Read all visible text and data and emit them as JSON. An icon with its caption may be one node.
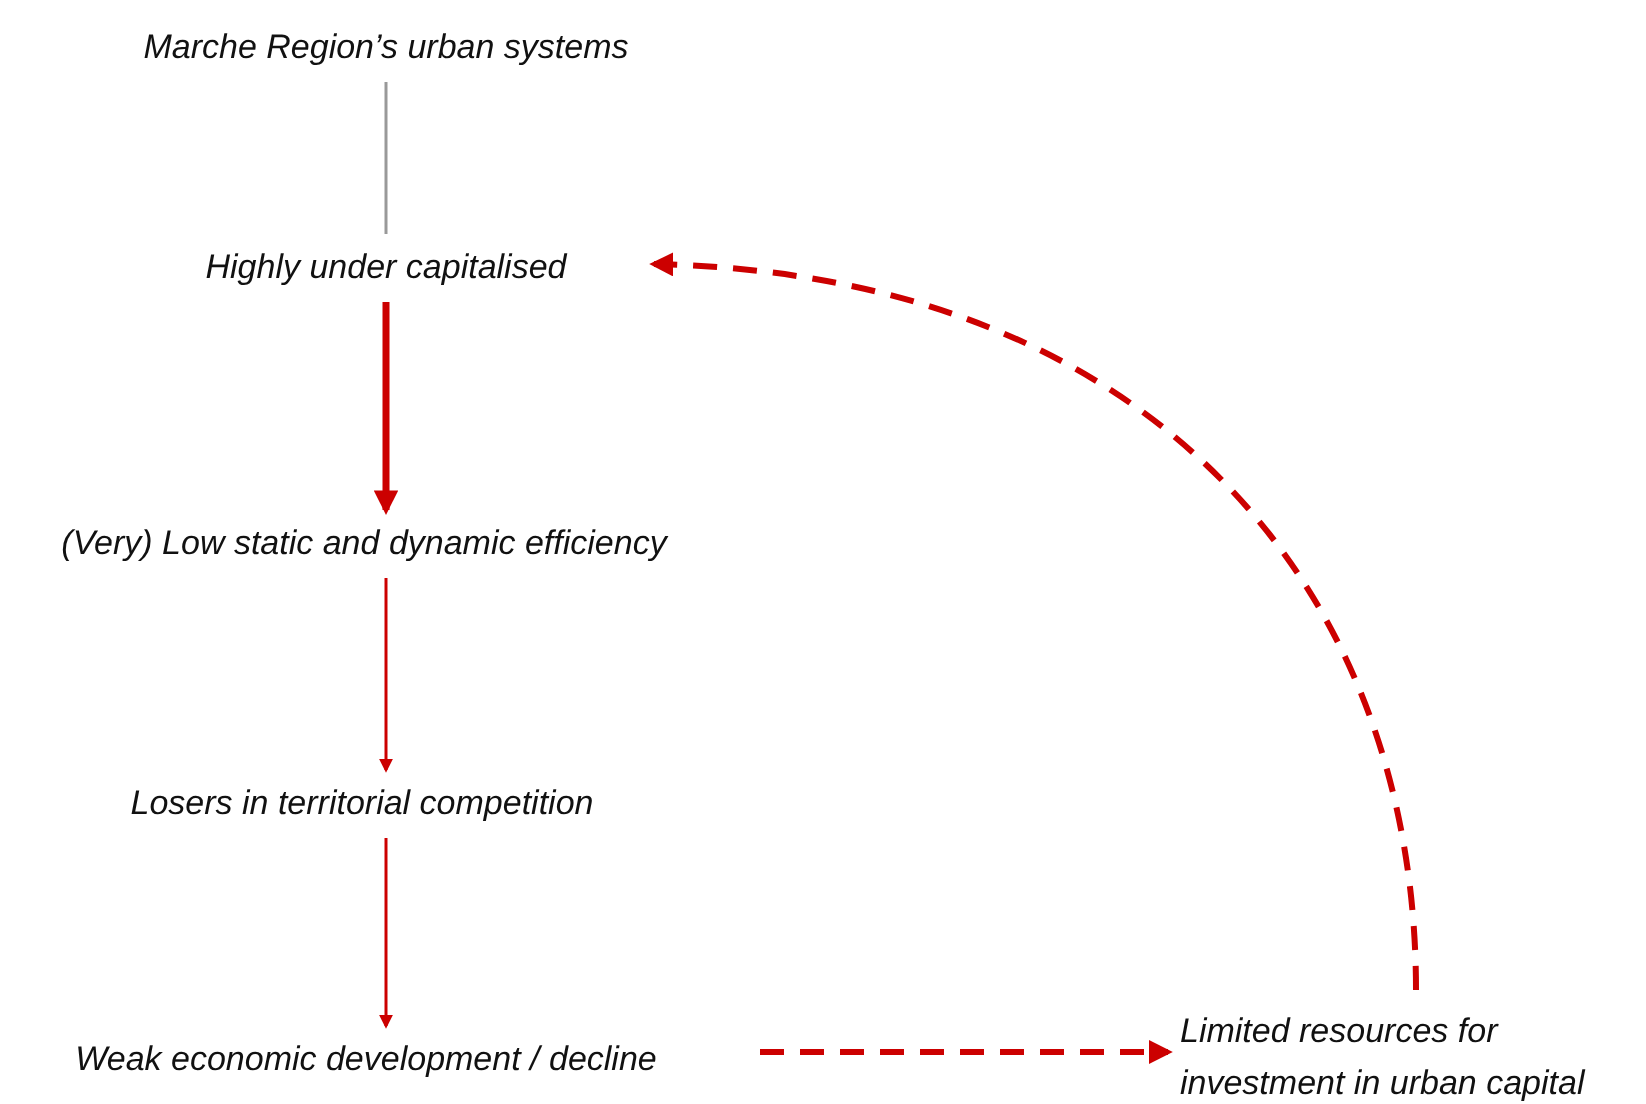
{
  "diagram": {
    "nodes": [
      {
        "text": [
          "Marche Region’s urban systems"
        ]
      },
      {
        "text": [
          "Highly under capitalised"
        ]
      },
      {
        "text": [
          "(Very) Low static and dynamic efficiency"
        ]
      },
      {
        "text": [
          "Losers in territorial competition"
        ]
      },
      {
        "text": [
          "Weak economic development / decline"
        ]
      },
      {
        "text": [
          "Limited resources for investment in urban capital"
        ]
      }
    ],
    "edges": [
      {
        "from": 0,
        "to": 1,
        "arrow": "none",
        "color": "#999999"
      },
      {
        "from": 1,
        "to": 2,
        "arrow": "to",
        "style": "thick"
      },
      {
        "from": 2,
        "to": 3,
        "arrow": "to"
      },
      {
        "from": 3,
        "to": 4,
        "arrow": "to"
      },
      {
        "from": 4,
        "to": 5,
        "arrow": "to",
        "style": "dashed"
      },
      {
        "from": 5,
        "to": 1,
        "arrow": "to",
        "style": "dashed"
      }
    ]
  }
}
